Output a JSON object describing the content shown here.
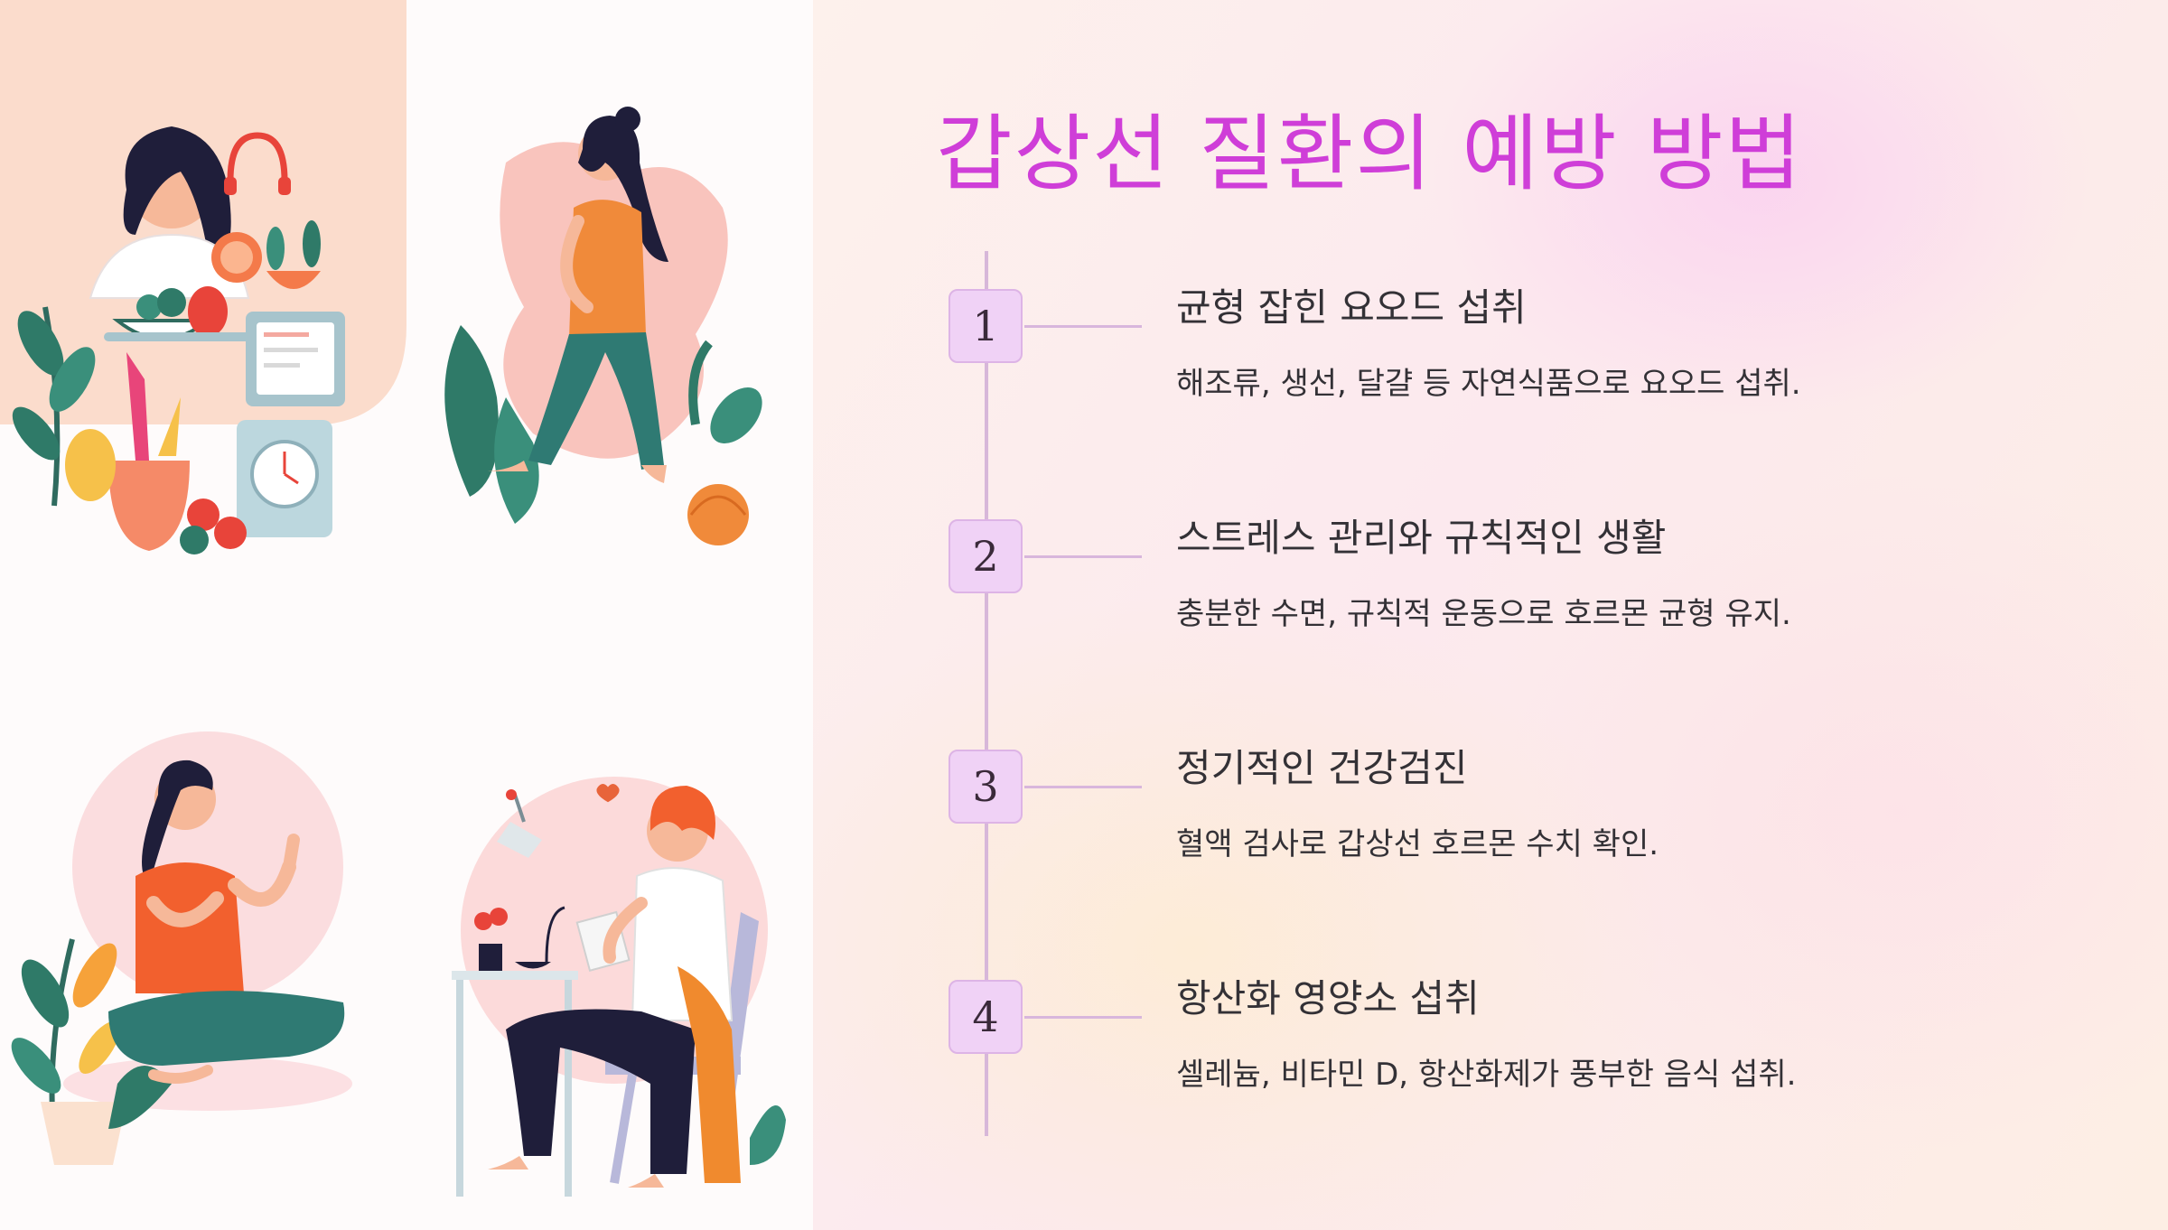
{
  "title": "갑상선 질환의 예방 방법",
  "steps": [
    {
      "number": "1",
      "title": "균형 잡힌 요오드 섭취",
      "description": "해조류, 생선, 달걀 등 자연식품으로 요오드 섭취."
    },
    {
      "number": "2",
      "title": "스트레스 관리와 규칙적인 생활",
      "description": "충분한 수면, 규칙적 운동으로 호르몬 균형 유지."
    },
    {
      "number": "3",
      "title": "정기적인 건강검진",
      "description": "혈액 검사로 갑상선 호르몬 수치 확인."
    },
    {
      "number": "4",
      "title": "항산화 영양소 섭취",
      "description": "셀레늄, 비타민 D, 항산화제가 풍부한 음식 섭취."
    }
  ],
  "colors": {
    "title": "#cf3ed8",
    "number_box": "#f0d2f6",
    "timeline": "#d7b7d9",
    "text": "#333136"
  },
  "illustrations": [
    "woman-cooking-healthy-food",
    "woman-walking-exercise",
    "woman-meditating",
    "man-reading-at-table"
  ]
}
